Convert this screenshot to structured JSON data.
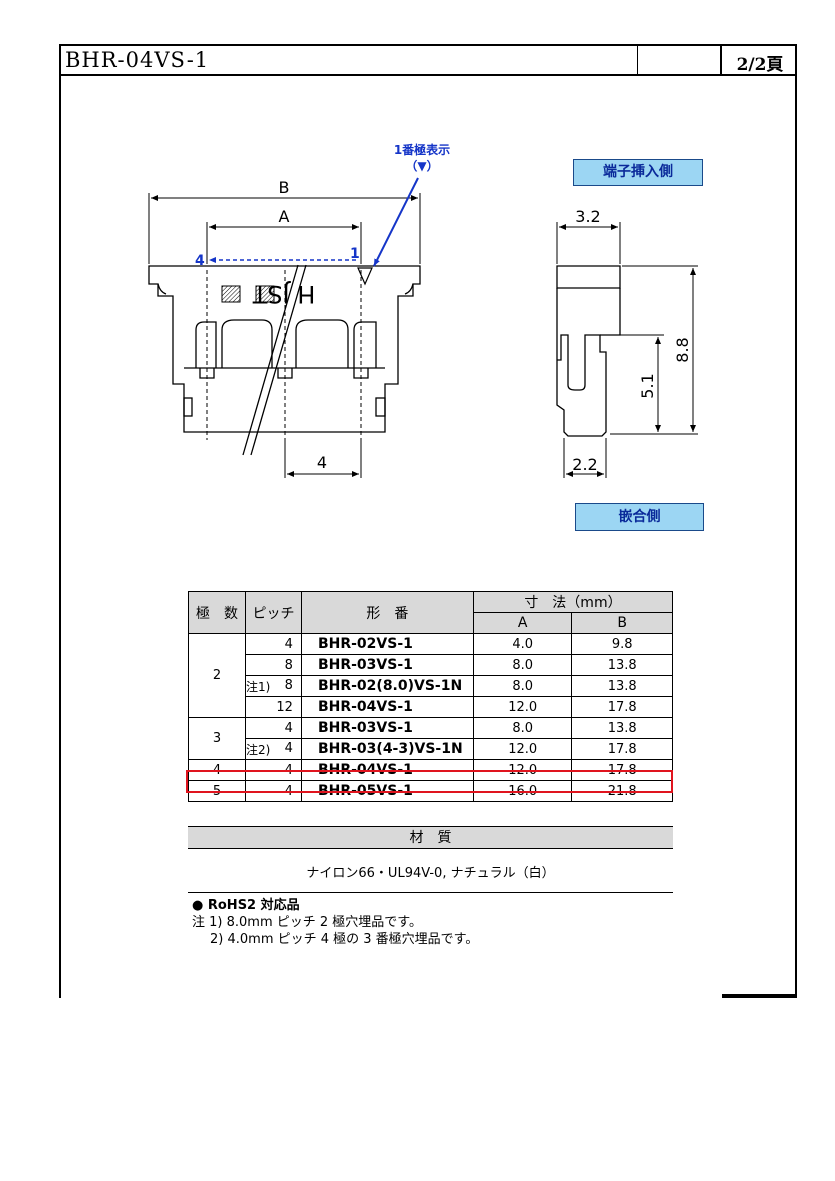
{
  "header": {
    "title": "BHR-04VS-1",
    "page": "2/2頁"
  },
  "drawing": {
    "pin1_marker": "1番極表示",
    "pin1_symbol": "（▼）",
    "dim_b": "B",
    "dim_a": "A",
    "pin_start": "1",
    "pin_end": "4",
    "pitch": "4",
    "logo": "H JST",
    "side_width": "3.2",
    "side_height": "8.8",
    "side_lower": "5.1",
    "side_bottom": "2.2",
    "label_insert_side": "端子挿入側",
    "label_mating_side": "嵌合側"
  },
  "table": {
    "headers": {
      "poles": "極　数",
      "pitch": "ピッチ",
      "part": "形　番",
      "dims": "寸　法（mm）",
      "a": "A",
      "b": "B"
    },
    "groups": [
      {
        "poles": "2",
        "rows": [
          {
            "note": "",
            "pitch": "4",
            "part": "BHR-02VS-1",
            "a": "4.0",
            "b": "9.8"
          },
          {
            "note": "",
            "pitch": "8",
            "part": "BHR-03VS-1",
            "a": "8.0",
            "b": "13.8"
          },
          {
            "note": "注1)",
            "pitch": "8",
            "part": "BHR-02(8.0)VS-1N",
            "a": "8.0",
            "b": "13.8"
          },
          {
            "note": "",
            "pitch": "12",
            "part": "BHR-04VS-1",
            "a": "12.0",
            "b": "17.8"
          }
        ]
      },
      {
        "poles": "3",
        "rows": [
          {
            "note": "",
            "pitch": "4",
            "part": "BHR-03VS-1",
            "a": "8.0",
            "b": "13.8"
          },
          {
            "note": "注2)",
            "pitch": "4",
            "part": "BHR-03(4-3)VS-1N",
            "a": "12.0",
            "b": "17.8"
          }
        ]
      },
      {
        "poles": "4",
        "rows": [
          {
            "note": "",
            "pitch": "4",
            "part": "BHR-04VS-1",
            "a": "12.0",
            "b": "17.8"
          }
        ]
      },
      {
        "poles": "5",
        "rows": [
          {
            "note": "",
            "pitch": "4",
            "part": "BHR-05VS-1",
            "a": "16.0",
            "b": "21.8"
          }
        ]
      }
    ]
  },
  "material": {
    "title": "材　質",
    "value": "ナイロン66・UL94V-0, ナチュラル（白）"
  },
  "notes": {
    "rohs": "● RoHS2 対応品",
    "note1": "注 1) 8.0mm ピッチ 2 極穴埋品です。",
    "note2": "2) 4.0mm ピッチ 4 極の 3 番極穴埋品です。"
  },
  "colors": {
    "blue": "#1535c8",
    "tag_fill": "#9cd6f3",
    "highlight": "#e0141e",
    "header_gray": "#d9d9d9"
  }
}
